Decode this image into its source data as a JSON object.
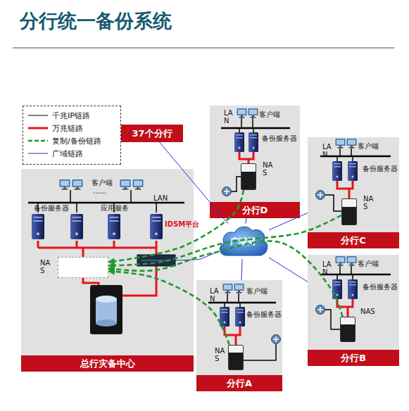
{
  "diagram": {
    "title": "分行统一备份系统",
    "nodes": [
      {
        "text": [
          "37个分行"
        ]
      },
      {
        "text": [
          "分行D"
        ]
      },
      {
        "text": [
          "NA S"
        ],
        "in": 1
      },
      {
        "text": [
          "总行灾备中心"
        ]
      },
      {
        "text": [
          "NA S"
        ],
        "in": 3
      },
      {
        "text": [
          "广域网"
        ]
      },
      {
        "text": [
          "分行C"
        ]
      },
      {
        "text": [
          "NA S"
        ],
        "in": 6
      },
      {
        "text": [
          "分行B"
        ]
      },
      {
        "text": [
          "NAS"
        ],
        "in": 8
      },
      {
        "text": [
          "分行A"
        ]
      },
      {
        "text": [
          "NA S"
        ],
        "in": 10
      }
    ],
    "edges": [
      {
        "from": 0,
        "to": 5,
        "arrow": "none"
      },
      {
        "from": 5,
        "to": 1,
        "arrow": "none"
      },
      {
        "from": 5,
        "to": 3,
        "arrow": "none"
      },
      {
        "from": 5,
        "to": 6,
        "arrow": "none"
      },
      {
        "from": 5,
        "to": 8,
        "arrow": "none"
      },
      {
        "from": 5,
        "to": 10,
        "arrow": "none"
      },
      {
        "from": 2,
        "to": 4,
        "arrow": "to"
      },
      {
        "from": 7,
        "to": 4,
        "arrow": "to"
      },
      {
        "from": 9,
        "to": 4,
        "arrow": "to"
      },
      {
        "from": 11,
        "to": 4,
        "arrow": "to"
      }
    ],
    "labels": [
      "客户端",
      "......",
      "LAN",
      "备份服务器",
      "应用服务",
      "IDSM平台",
      "LA N",
      "客户端",
      "备份服务器",
      "LA N",
      "客户端",
      "备份服务器",
      "LA N",
      "客户端",
      "备份服务器",
      "LA N",
      "客户端",
      "备份服务器"
    ],
    "legend": [
      {
        "text": "千兆IP链路"
      },
      {
        "text": "万兆链路"
      },
      {
        "text": "复制/备份链路"
      },
      {
        "text": "广域链路"
      }
    ]
  }
}
